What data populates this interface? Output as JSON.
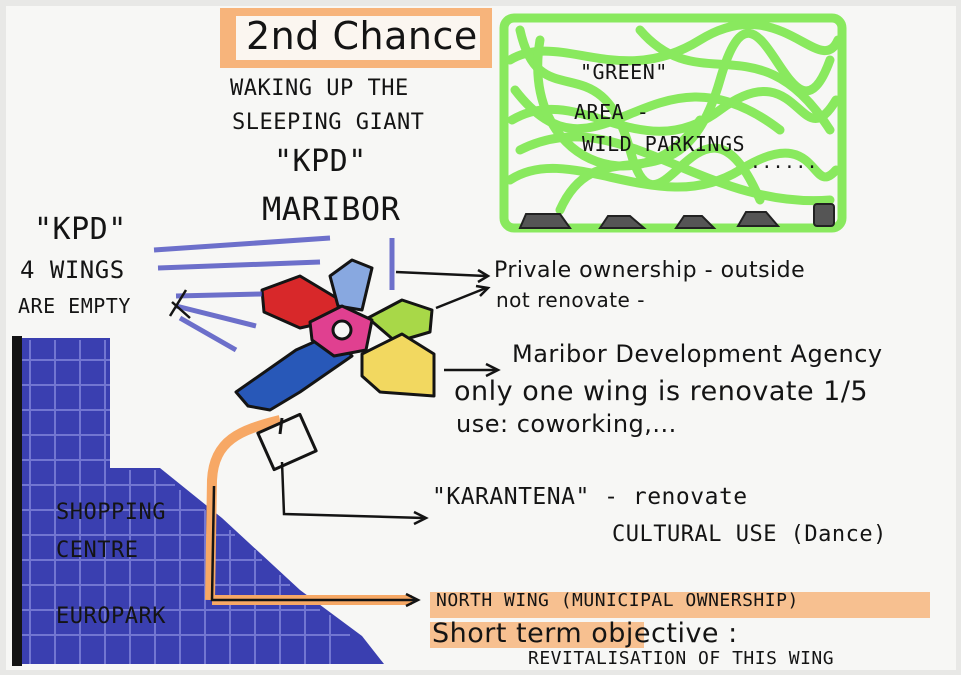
{
  "title": "2nd Chance",
  "subtitle": {
    "line1": "WAKING UP THE",
    "line2": "SLEEPING GIANT",
    "line3": "\"KPD\"",
    "line4": "MARIBOR"
  },
  "green_area": {
    "line1": "\"GREEN\"",
    "line2": "AREA -",
    "line3": "WILD PARKINGS",
    "dots": "......"
  },
  "kpd_note": {
    "line1": "\"KPD\"",
    "line2": "4 WINGS",
    "line3": "ARE EMPTY"
  },
  "private_note": {
    "line1": "Privale ownership - outside",
    "line2": "not renovate -"
  },
  "agency_note": {
    "line1": "Maribor Development Agency",
    "line2": "only one wing is renovate 1/5",
    "line3": "use: coworking,..."
  },
  "karantena_note": {
    "line1": "\"KARANTENA\" - renovate",
    "line2": "CULTURAL USE (Dance)"
  },
  "shopping": {
    "line1": "SHOPPING",
    "line2": "CENTRE",
    "line3": "EUROPARK"
  },
  "north_note": {
    "line1": "NORTH WING (MUNICIPAL OWNERSHIP)",
    "line2": "Short term objective :",
    "line3": "REVITALISATION OF THIS WING"
  },
  "colors": {
    "paper": "#f7f7f5",
    "highlighter_orange": "#f7a865",
    "highlighter_green": "#7ee84e",
    "marker_blue": "#3a3fb0",
    "ink": "#141414",
    "wing_red": "#d8282a",
    "wing_lightblue": "#88a8e0",
    "wing_lime": "#a8d848",
    "wing_yellow": "#f2d860",
    "wing_blue": "#2858b8",
    "hub_pink": "#e04090"
  }
}
